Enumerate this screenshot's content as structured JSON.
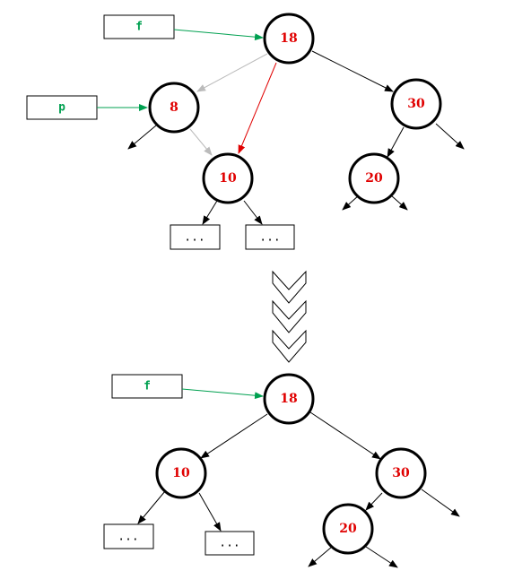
{
  "before": {
    "pointer_f": "f",
    "pointer_p": "p",
    "nodes": {
      "n18": "18",
      "n8": "8",
      "n10": "10",
      "n30": "30",
      "n20": "20"
    },
    "subtrees": {
      "left": "...",
      "right": "..."
    }
  },
  "after": {
    "pointer_f": "f",
    "nodes": {
      "n18": "18",
      "n10": "10",
      "n30": "30",
      "n20": "20"
    },
    "subtrees": {
      "left": "...",
      "right": "..."
    }
  },
  "colors": {
    "pointer": "#00a050",
    "redirect": "#e00000",
    "removed": "#bbbbbb",
    "edge": "#000000",
    "node_text": "#e00000"
  }
}
